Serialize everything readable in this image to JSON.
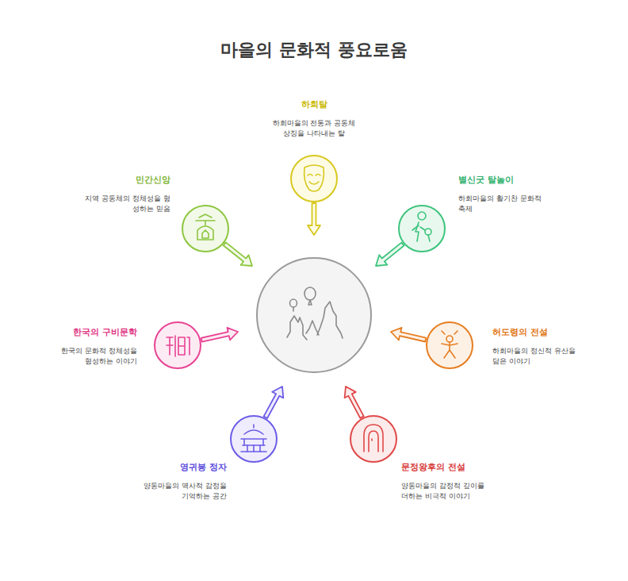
{
  "diagram": {
    "title": "마을의 문화적 풍요로움",
    "nodes": [
      {
        "text": [
          "하회탈",
          "하회마을의 전통과 공동체 상징을 나타내는 탈"
        ]
      },
      {
        "text": [
          "민간신앙",
          "지역 공동체의 정체성을 형성하는 믿음"
        ]
      },
      {
        "text": [
          "별신굿 탈놀이",
          "하회마을의 활기찬 문화적 축제"
        ]
      },
      {
        "text": [
          "한국의 구비문학",
          "한국의 문화적 정체성을 형성하는 이야기"
        ]
      },
      {
        "text": [
          "허도령의 전설",
          "하회마을의 정신적 유산을 담은 이야기"
        ]
      },
      {
        "text": [
          "영귀봉 정자",
          "양동마을의 역사적 감정을 기억하는 공간"
        ]
      },
      {
        "text": [
          "문정왕후의 전설",
          "양동마을의 감정적 깊이를 더하는 비극적 이야기"
        ]
      }
    ]
  }
}
